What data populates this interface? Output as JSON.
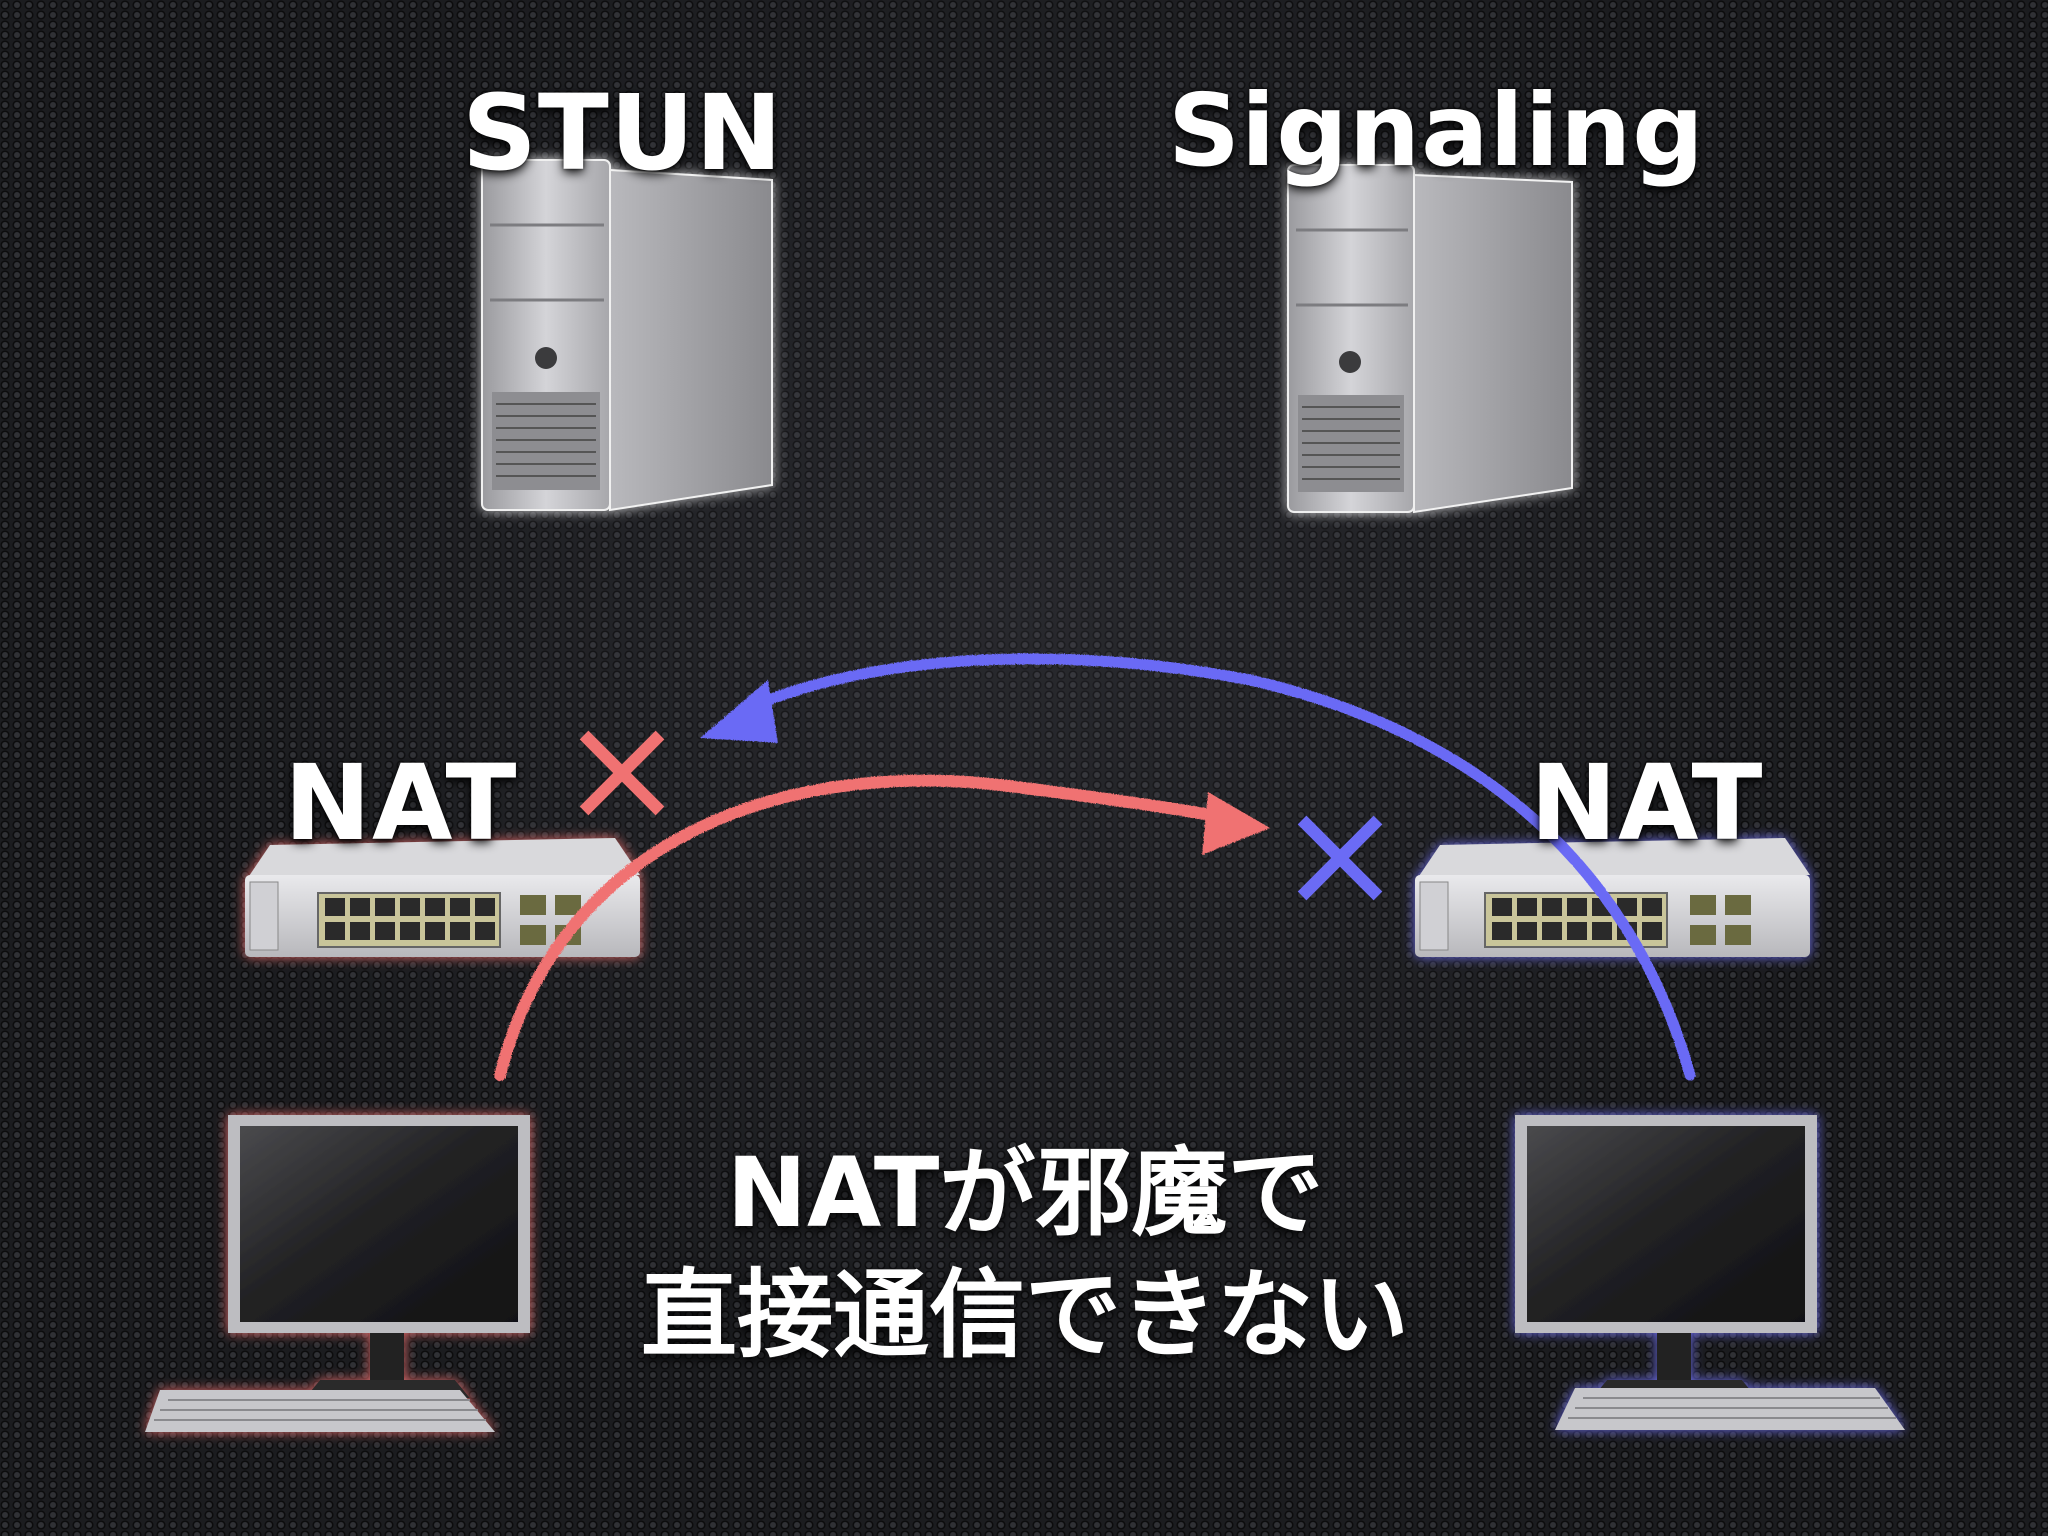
{
  "diagram": {
    "nodes": {
      "stun_server": {
        "label": "STUN",
        "icon": "server-tower-icon"
      },
      "signaling_server": {
        "label": "Signaling",
        "icon": "server-tower-icon"
      },
      "nat_left": {
        "label": "NAT",
        "icon": "network-switch-icon",
        "glow": "#e06a6a"
      },
      "nat_right": {
        "label": "NAT",
        "icon": "network-switch-icon",
        "glow": "#6a6ae6"
      },
      "pc_left": {
        "icon": "desktop-computer-icon",
        "glow": "#e06a6a"
      },
      "pc_right": {
        "icon": "desktop-computer-icon",
        "glow": "#6a6ae6"
      }
    },
    "connections": [
      {
        "from": "pc_left",
        "to": "nat_right",
        "color": "#f07272",
        "result": "blocked",
        "blocked_mark": "×"
      },
      {
        "from": "pc_right",
        "to": "nat_left",
        "color": "#6b6bf5",
        "result": "blocked",
        "blocked_mark": "×"
      }
    ],
    "message_lines": [
      "NATが邪魔で",
      "直接通信できない"
    ]
  }
}
